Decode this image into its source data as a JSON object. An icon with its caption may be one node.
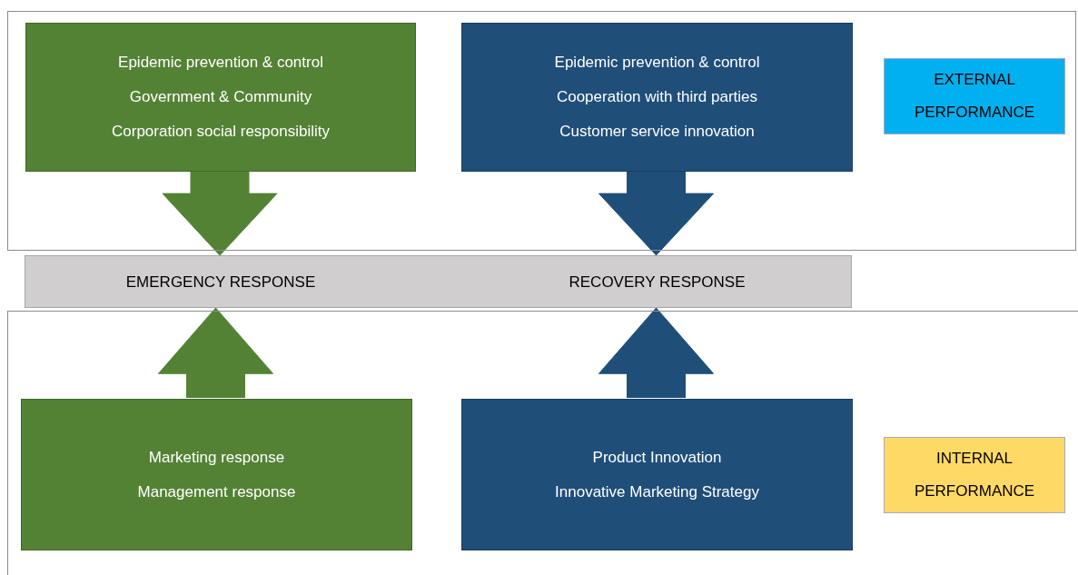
{
  "diagram": {
    "nodes": [
      {
        "text": [],
        "shape": "box"
      },
      {
        "text": [
          "Epidemic prevention & control",
          "Government & Community",
          "Corporation social responsibility"
        ],
        "in": 0
      },
      {
        "text": [
          "Epidemic prevention & control",
          "Cooperation with third parties",
          "Customer service innovation"
        ],
        "in": 0
      },
      {
        "text": [
          "EXTERNAL PERFORMANCE"
        ],
        "in": 0
      },
      {
        "text": [],
        "shape": "bar"
      },
      {
        "text": [
          "EMERGENCY RESPONSE"
        ],
        "in": 4
      },
      {
        "text": [
          "RECOVERY RESPONSE"
        ],
        "in": 4
      },
      {
        "text": [],
        "shape": "box"
      },
      {
        "text": [
          "Marketing response",
          "Management response"
        ],
        "in": 7
      },
      {
        "text": [
          "Product Innovation",
          "Innovative Marketing Strategy"
        ],
        "in": 7
      },
      {
        "text": [
          "INTERNAL PERFORMANCE"
        ],
        "in": 7
      }
    ],
    "edges": [
      {
        "from": 1,
        "to": 5,
        "arrow": "to",
        "style": "thick",
        "color": "#548235"
      },
      {
        "from": 2,
        "to": 6,
        "arrow": "to",
        "style": "thick",
        "color": "#1f4e79"
      },
      {
        "from": 8,
        "to": 5,
        "arrow": "to",
        "style": "thick",
        "color": "#548235"
      },
      {
        "from": 9,
        "to": 6,
        "arrow": "to",
        "style": "thick",
        "color": "#1f4e79"
      }
    ]
  }
}
